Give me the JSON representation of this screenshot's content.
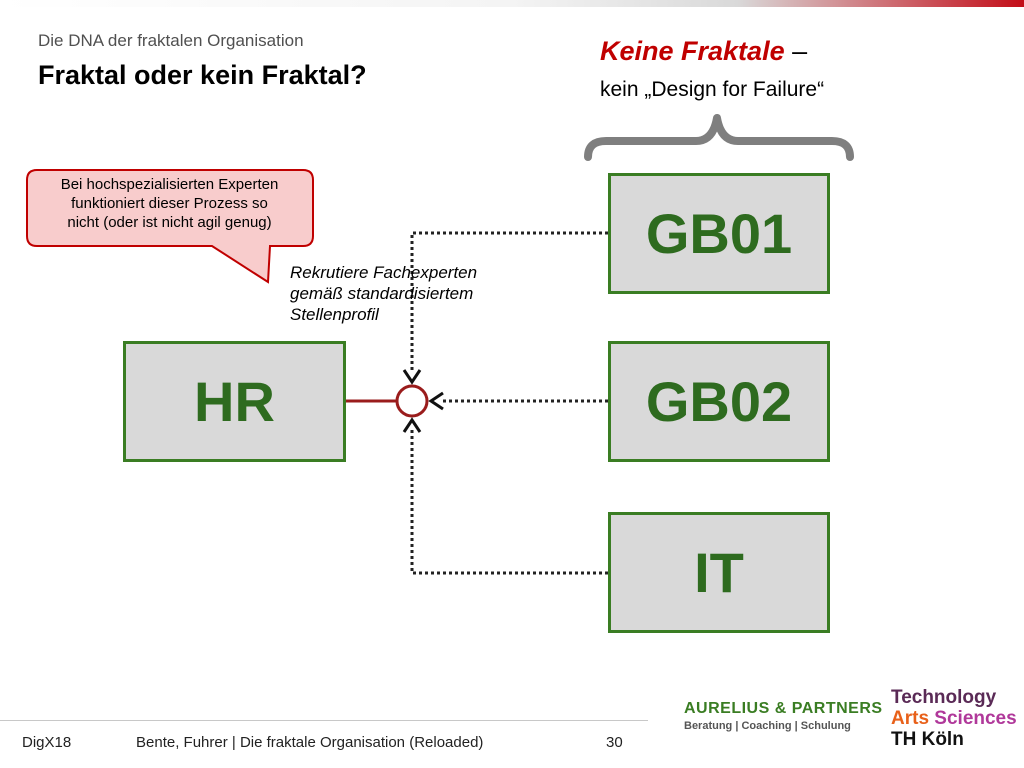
{
  "header": {
    "subtitle": "Die DNA der fraktalen Organisation",
    "title": "Fraktal oder kein Fraktal?"
  },
  "annotation": {
    "keine_fraktale": "Keine Fraktale",
    "dash": " –",
    "design_failure": "kein „Design for Failure“"
  },
  "callout": {
    "lines": [
      "Bei hochspezialisierten Experten",
      "funktioniert dieser Prozess so",
      "nicht (oder ist nicht agil genug)"
    ]
  },
  "process_label": {
    "lines": [
      "Rekrutiere Fachexperten",
      "gemäß standardisiertem",
      "Stellenprofil"
    ]
  },
  "boxes": {
    "hr": "HR",
    "gb01": "GB01",
    "gb02": "GB02",
    "it": "IT"
  },
  "footer": {
    "event": "DigX18",
    "authors": "Bente, Fuhrer  |  Die fraktale Organisation (Reloaded)",
    "page": "30"
  },
  "logos": {
    "aurelius_main": "AURELIUS & PARTNERS",
    "aurelius_sub": "Beratung | Coaching | Schulung",
    "th_line1": "Technology",
    "th_arts": "Arts",
    "th_sciences": "Sciences",
    "th_line3": "TH Köln"
  },
  "colors": {
    "box_fill": "#d9d9d9",
    "box_border": "#3a7d23",
    "box_text": "#2e6b1f",
    "accent_red": "#c00000",
    "connector_red": "#9a1c1c"
  }
}
